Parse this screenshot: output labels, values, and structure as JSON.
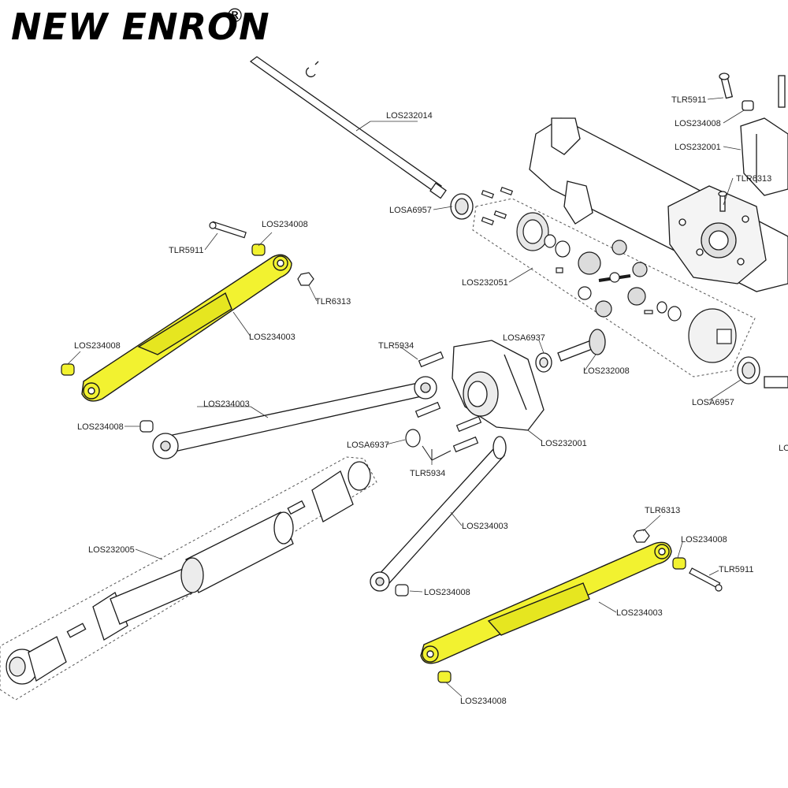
{
  "brand": {
    "name": "NEW ENRON",
    "registered_mark": "®"
  },
  "colors": {
    "highlight": "#f2f230",
    "outline": "#1a1a1a",
    "part_fill": "#ffffff",
    "shade": "#d8d8d8"
  },
  "labels": {
    "los232014": "LOS232014",
    "losa6957_top": "LOSA6957",
    "los232051": "LOS232051",
    "tlr5911_top_right": "TLR5911",
    "los234008_top_right": "LOS234008",
    "los232001_top_right": "LOS232001",
    "tlr6313_top_right": "TLR6313",
    "tlr5911_left": "TLR5911",
    "los234008_left_top": "LOS234008",
    "tlr6313_left": "TLR6313",
    "los234003_left_arm": "LOS234003",
    "los234008_left_mid": "LOS234008",
    "los234003_upper_link": "LOS234003",
    "los234008_left_low": "LOS234008",
    "tlr5934_top": "TLR5934",
    "losa6937_top": "LOSA6937",
    "los232008": "LOS232008",
    "losa6957_right": "LOSA6957",
    "los232001_center": "LOS232001",
    "losa6937_left": "LOSA6937",
    "tlr5934_bottom": "TLR5934",
    "los232005": "LOS232005",
    "los234003_lower_link": "LOS234003",
    "los234008_link_end": "LOS234008",
    "tlr6313_right": "TLR6313",
    "los234008_right_top": "LOS234008",
    "tlr5911_right": "TLR5911",
    "los234003_right_arm": "LOS234003",
    "los234008_right_bottom": "LOS234008",
    "edge_label": "LO"
  }
}
